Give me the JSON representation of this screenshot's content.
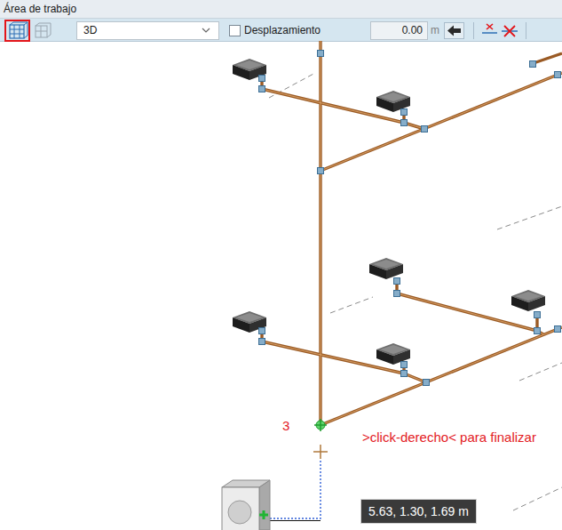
{
  "diagram": {
    "nodes": [
      {
        "text": [
          "Área de trabajo"
        ]
      },
      {
        "text": [
          "Desplazamiento",
          "m"
        ]
      },
      {
        "text": [
          "3D"
        ],
        "in": 1
      },
      {
        "text": [
          "0.00"
        ],
        "in": 1
      },
      {
        "text": [
          "5.63, 1.30, 1.69 m"
        ]
      }
    ],
    "labels": [
      "3",
      ">click-derecho< para finalizar"
    ]
  }
}
